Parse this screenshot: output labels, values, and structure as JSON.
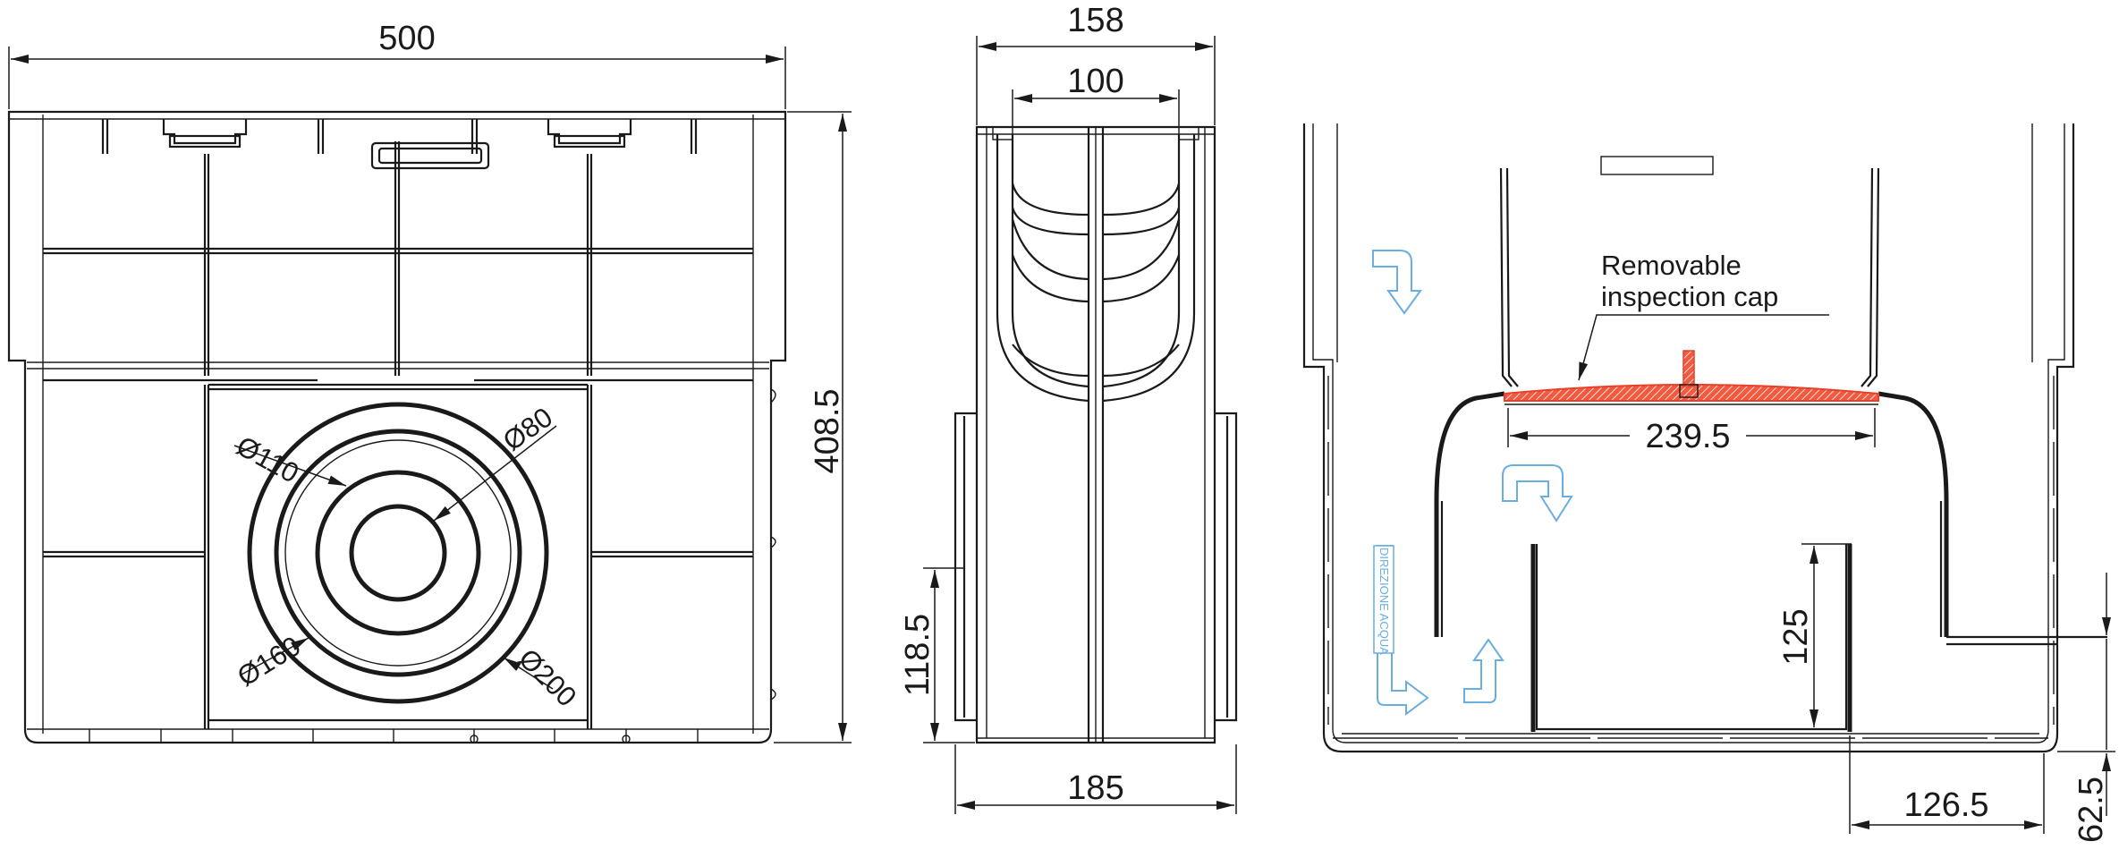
{
  "dimensions": {
    "overall_length": "500",
    "overall_height": "408.5",
    "top_width": "158",
    "inner_width": "100",
    "base_width": "185",
    "side_height": "118.5",
    "inspection_span": "239.5",
    "weir_height": "125",
    "outlet_offset": "126.5",
    "outlet_height": "62.5"
  },
  "diameters": {
    "d110": "Ø110",
    "d80": "Ø80",
    "d160": "Ø160",
    "d200": "Ø200"
  },
  "annotations": {
    "cap_label_line1": "Removable",
    "cap_label_line2": "inspection cap",
    "flow_direction": "DIREZIONE ACQUA"
  },
  "colors": {
    "cap_fill": "#e8402a",
    "flow_arrows": "#6aaee0",
    "line": "#1a1a1a"
  }
}
